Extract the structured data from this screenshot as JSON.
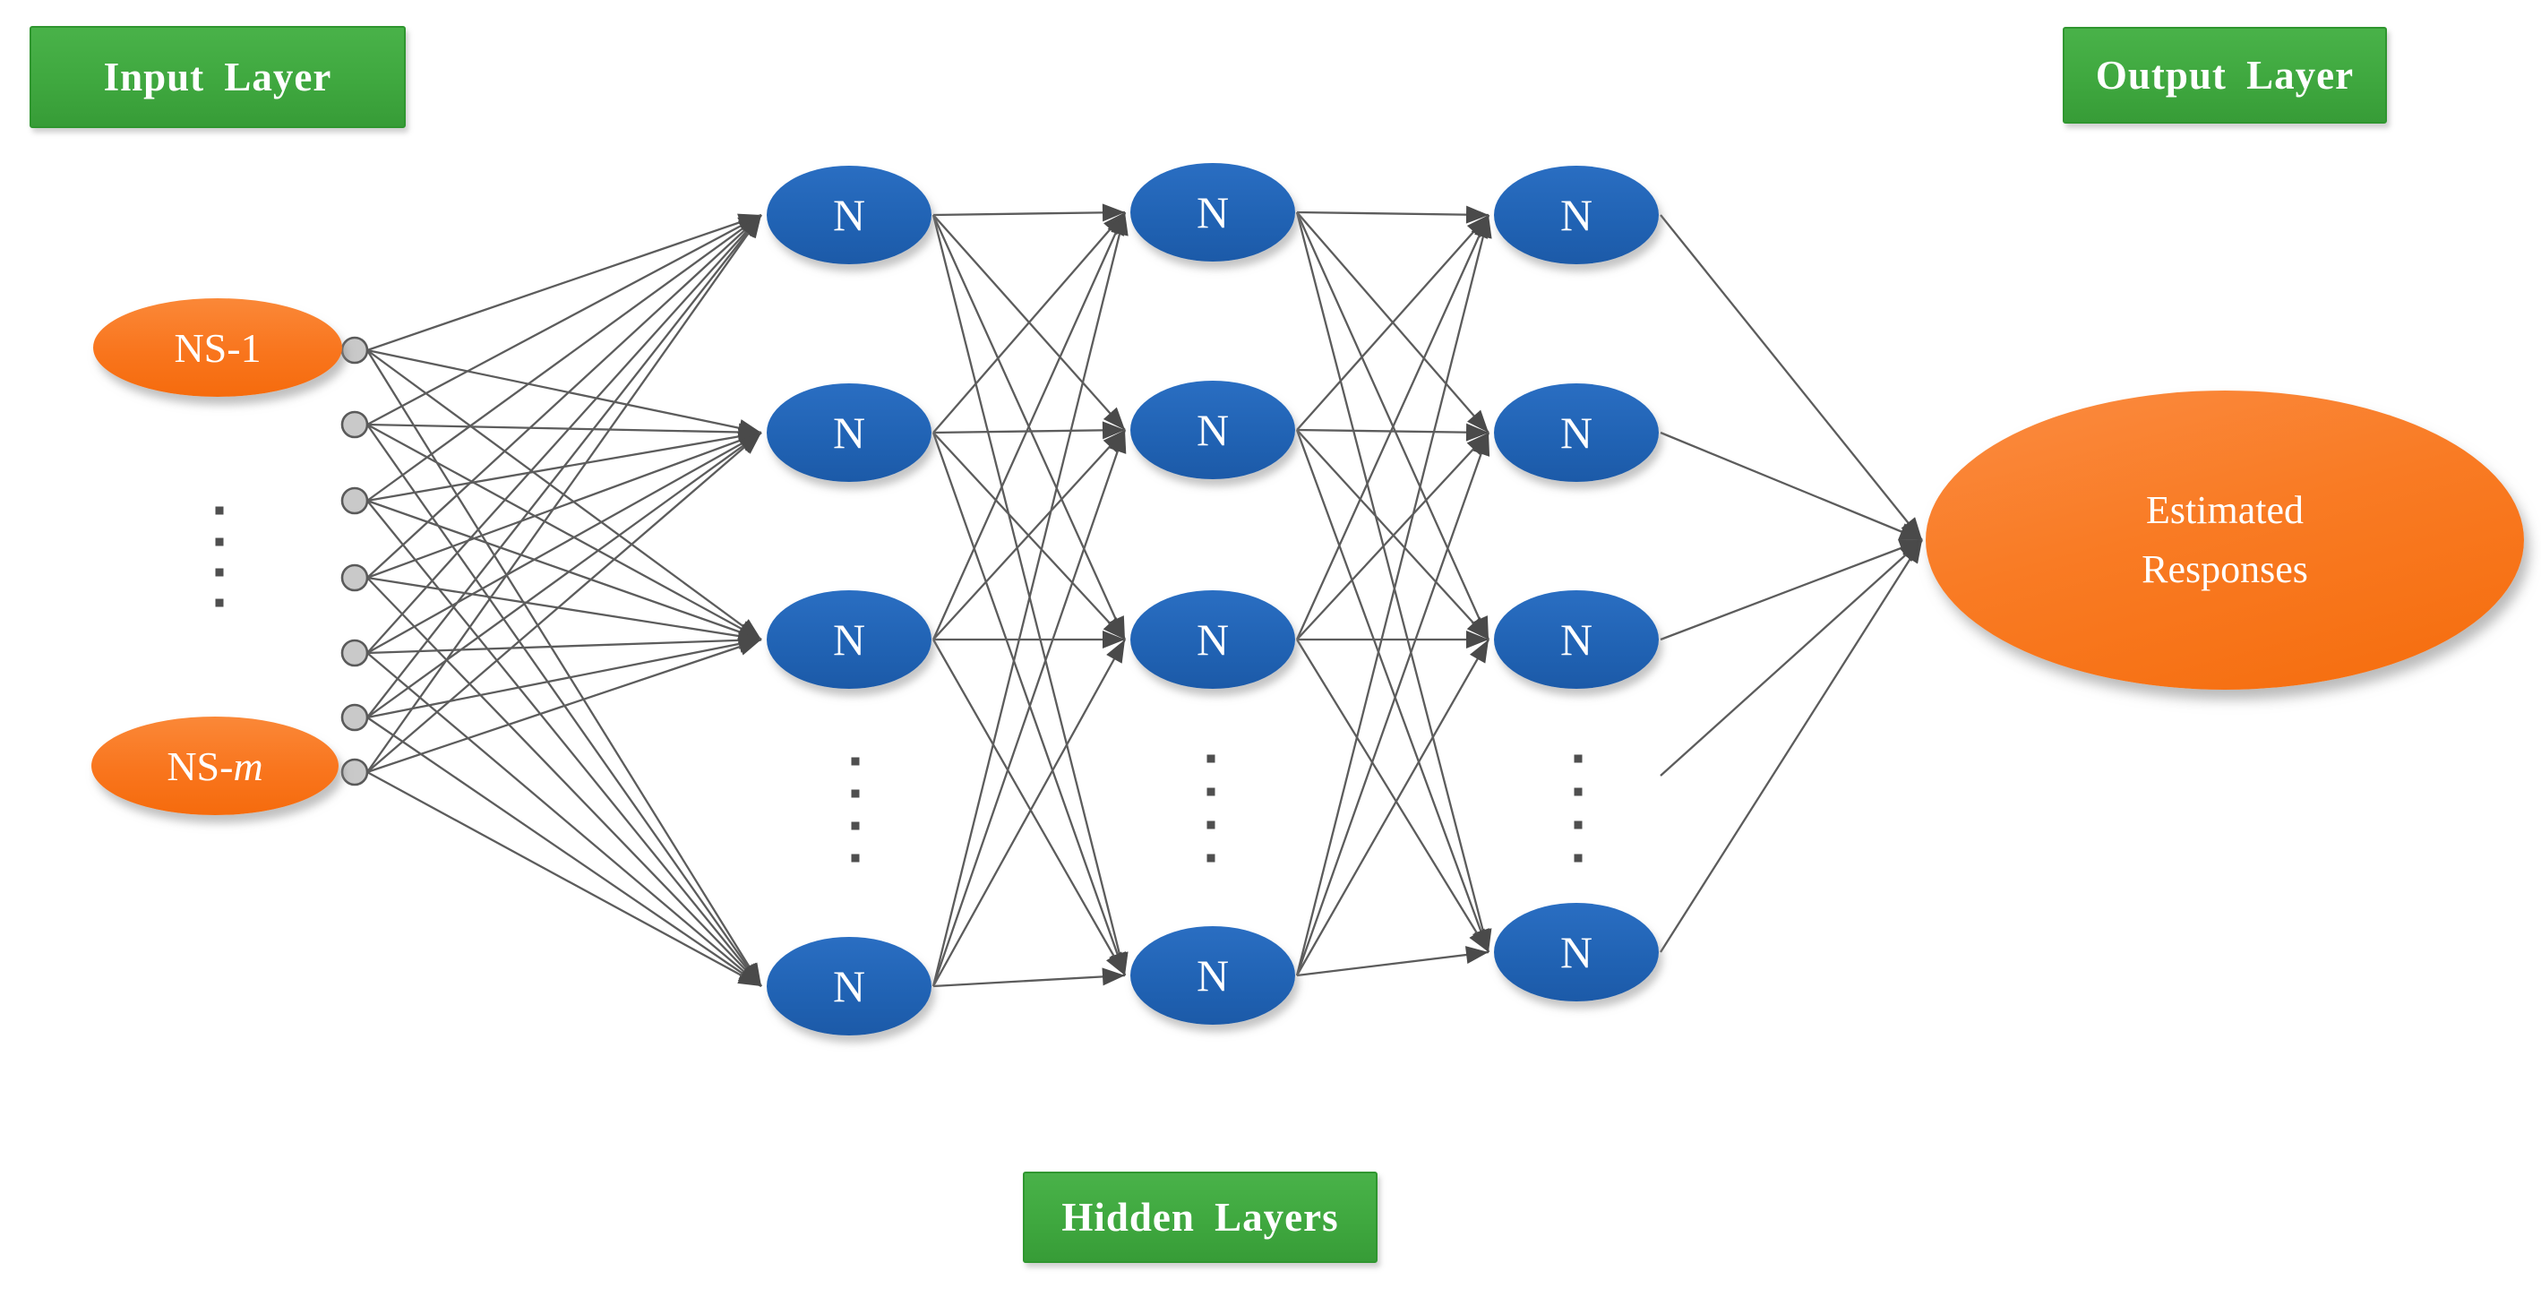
{
  "diagram": {
    "section_labels": {
      "input": "Input Layer",
      "hidden": "Hidden Layers",
      "output": "Output Layer"
    },
    "input_layer": {
      "first_node": {
        "prefix": "NS-",
        "suffix": "1"
      },
      "last_node": {
        "prefix": "NS-",
        "suffix": "m",
        "suffix_style": "italic"
      },
      "connector_dot_count": 7,
      "ellipsis_dot_count": 4
    },
    "hidden_layers": {
      "node_label": "N",
      "column_count": 3,
      "visible_nodes_per_column": 4,
      "ellipsis_dots_per_column": 4
    },
    "output_layer": {
      "node_text_line1": "Estimated",
      "node_text_line2": "Responses"
    },
    "colors": {
      "label_green": "#3FA83F",
      "label_green_border": "#2F962F",
      "node_blue": "#2062B3",
      "node_orange": "#F9751D",
      "line_gray": "#5C5C5C",
      "arrow_gray": "#4A4A4A",
      "connector_dot_fill": "#C9C9C9",
      "connector_dot_border": "#5A5A5A",
      "ellipsis_dot": "#4F4F4F",
      "text_white": "#FFFFFF"
    }
  }
}
